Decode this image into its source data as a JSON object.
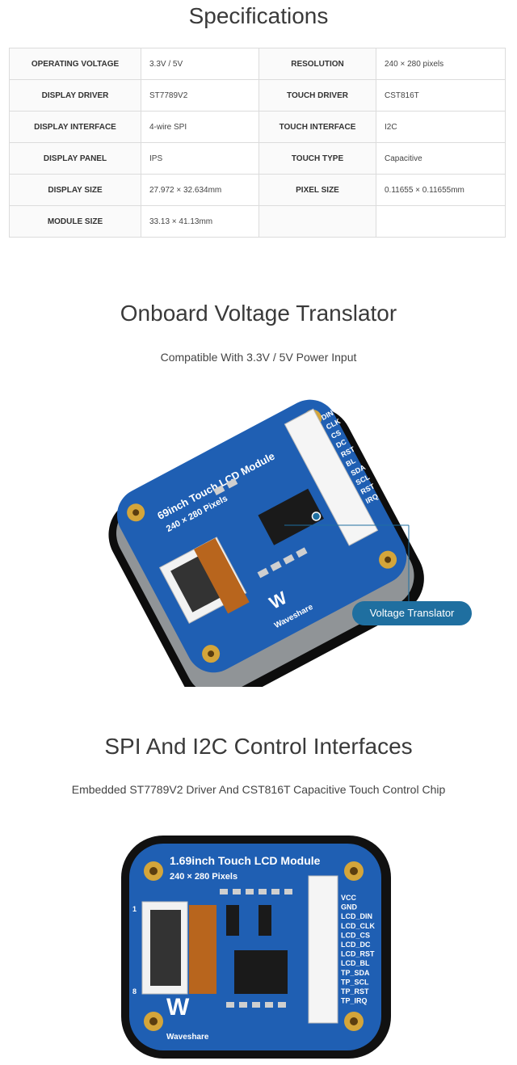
{
  "specs": {
    "title": "Specifications",
    "rows": [
      {
        "k1": "OPERATING VOLTAGE",
        "v1": "3.3V / 5V",
        "k2": "RESOLUTION",
        "v2": "240 × 280 pixels"
      },
      {
        "k1": "DISPLAY DRIVER",
        "v1": "ST7789V2",
        "k2": "TOUCH DRIVER",
        "v2": "CST816T"
      },
      {
        "k1": "DISPLAY INTERFACE",
        "v1": "4-wire SPI",
        "k2": "TOUCH INTERFACE",
        "v2": "I2C"
      },
      {
        "k1": "DISPLAY PANEL",
        "v1": "IPS",
        "k2": "TOUCH TYPE",
        "v2": "Capacitive"
      },
      {
        "k1": "DISPLAY SIZE",
        "v1": "27.972 × 32.634mm",
        "k2": "PIXEL SIZE",
        "v2": "0.11655 × 0.11655mm"
      },
      {
        "k1": "MODULE SIZE",
        "v1": "33.13 × 41.13mm",
        "k2": "",
        "v2": ""
      }
    ]
  },
  "section2": {
    "title": "Onboard Voltage Translator",
    "subtitle": "Compatible With 3.3V / 5V Power Input",
    "callout": "Voltage Translator",
    "board_title": "69inch Touch LCD Module",
    "board_sub": "240 × 280 Pixels",
    "brand": "Waveshare",
    "pins": [
      "DIN",
      "CLK",
      "CS",
      "DC",
      "RST",
      "BL",
      "SDA",
      "SCL",
      "RST",
      "IRQ"
    ]
  },
  "section3": {
    "title": "SPI And I2C Control Interfaces",
    "subtitle": "Embedded ST7789V2 Driver And CST816T Capacitive Touch Control Chip",
    "board_title": "1.69inch Touch LCD Module",
    "board_sub": "240 × 280 Pixels",
    "brand": "Waveshare",
    "pins": [
      "VCC",
      "GND",
      "LCD_DIN",
      "LCD_CLK",
      "LCD_CS",
      "LCD_DC",
      "LCD_RST",
      "LCD_BL",
      "TP_SDA",
      "TP_SCL",
      "TP_RST",
      "TP_IRQ"
    ],
    "connector_num_top": "1",
    "connector_num_bottom": "8"
  },
  "colors": {
    "pcb": "#1f5fb3",
    "accent": "#1f6fa0",
    "gold": "#d4a53a"
  }
}
